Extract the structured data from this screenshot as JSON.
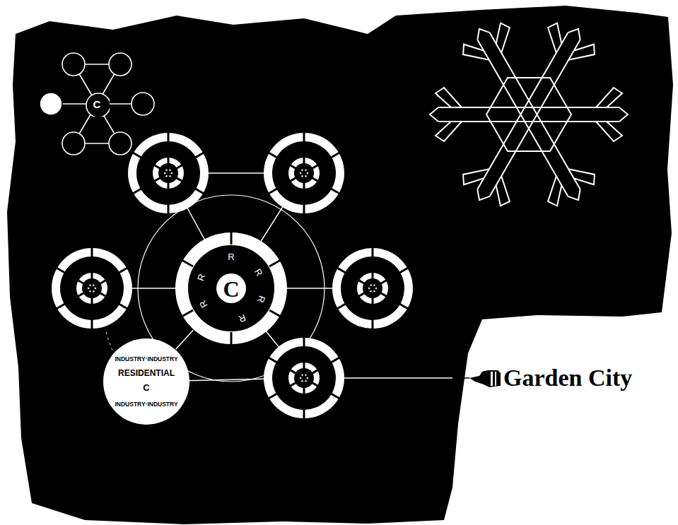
{
  "diagram": {
    "nodes": [
      {
        "text": [
          "C"
        ]
      },
      {
        "text": [
          "C",
          "R",
          "R",
          "R",
          "R",
          "R",
          "R"
        ]
      },
      {
        "text": [
          "INDUSTRY·INDUSTRY",
          "RESIDENTIAL",
          "C",
          "INDUSTRY·INDUSTRY"
        ]
      }
    ],
    "edges": [
      {
        "from": 2,
        "to": 1,
        "arrow": "none"
      }
    ],
    "labels": [
      "Garden City"
    ]
  }
}
